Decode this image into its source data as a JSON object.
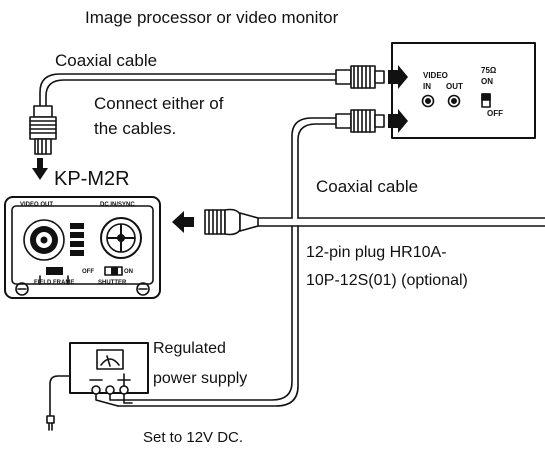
{
  "labels": {
    "monitor": "Image processor or video monitor",
    "coax_top": "Coaxial cable",
    "connect_line1": "Connect either of",
    "connect_line2": "the cables.",
    "camera": "KP-M2R",
    "coax_right": "Coaxial cable",
    "plug_line1": "12-pin plug HR10A-",
    "plug_line2": "10P-12S(01) (optional)",
    "power_line1": "Regulated",
    "power_line2": "power supply",
    "set_to": "Set to  12V DC."
  },
  "monitor_panel": {
    "video": "VIDEO",
    "in": "IN",
    "out": "OUT",
    "ohm": "75Ω",
    "on": "ON",
    "off": "OFF"
  },
  "camera_panel": {
    "video_out": "VIDEO OUT",
    "dc_in": "DC IN/SYNC",
    "off": "OFF",
    "on": "ON",
    "field_frame": "FIELD FRAME",
    "shutter": "SHUTTER"
  }
}
